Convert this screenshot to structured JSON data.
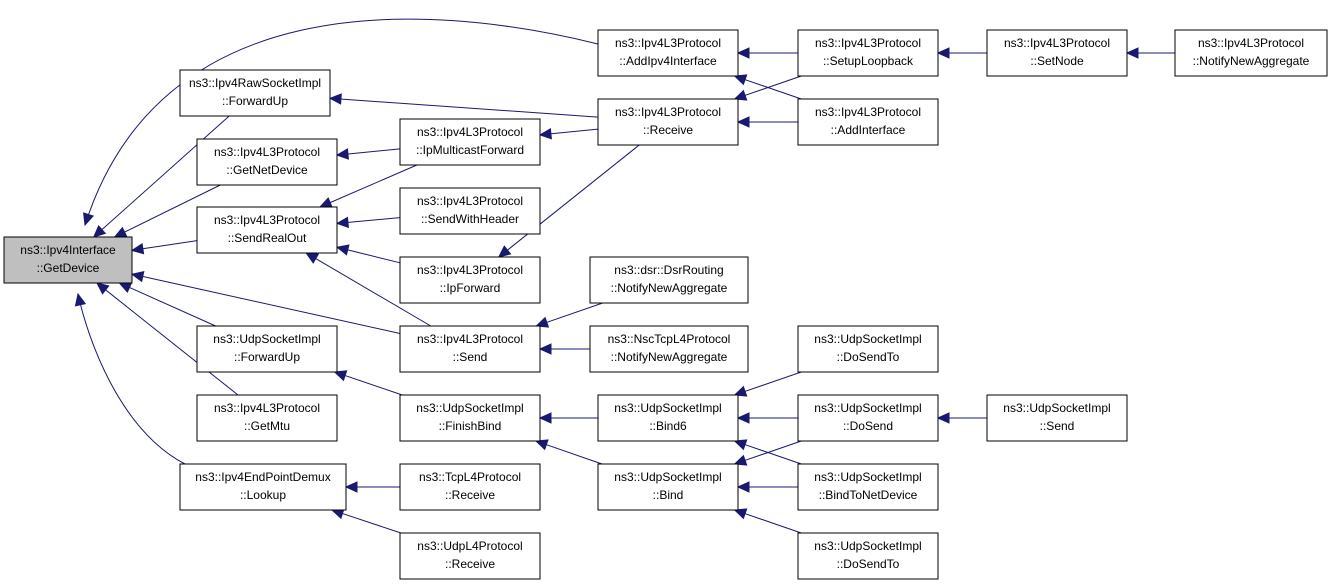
{
  "nodes": [
    {
      "id": "getdevice",
      "lines": [
        "ns3::Ipv4Interface",
        "::GetDevice"
      ],
      "highlight": true
    },
    {
      "id": "addipv4iface",
      "lines": [
        "ns3::Ipv4L3Protocol",
        "::AddIpv4Interface"
      ]
    },
    {
      "id": "setuploopback",
      "lines": [
        "ns3::Ipv4L3Protocol",
        "::SetupLoopback"
      ]
    },
    {
      "id": "setnode",
      "lines": [
        "ns3::Ipv4L3Protocol",
        "::SetNode"
      ]
    },
    {
      "id": "notifynewagg_l3",
      "lines": [
        "ns3::Ipv4L3Protocol",
        "::NotifyNewAggregate"
      ]
    },
    {
      "id": "rawforwardup",
      "lines": [
        "ns3::Ipv4RawSocketImpl",
        "::ForwardUp"
      ]
    },
    {
      "id": "receive_l3",
      "lines": [
        "ns3::Ipv4L3Protocol",
        "::Receive"
      ]
    },
    {
      "id": "addinterface",
      "lines": [
        "ns3::Ipv4L3Protocol",
        "::AddInterface"
      ]
    },
    {
      "id": "getnetdevice",
      "lines": [
        "ns3::Ipv4L3Protocol",
        "::GetNetDevice"
      ]
    },
    {
      "id": "ipmulticastforward",
      "lines": [
        "ns3::Ipv4L3Protocol",
        "::IpMulticastForward"
      ]
    },
    {
      "id": "sendrealout",
      "lines": [
        "ns3::Ipv4L3Protocol",
        "::SendRealOut"
      ]
    },
    {
      "id": "sendwithheader",
      "lines": [
        "ns3::Ipv4L3Protocol",
        "::SendWithHeader"
      ]
    },
    {
      "id": "ipforward",
      "lines": [
        "ns3::Ipv4L3Protocol",
        "::IpForward"
      ]
    },
    {
      "id": "dsrnotify",
      "lines": [
        "ns3::dsr::DsrRouting",
        "::NotifyNewAggregate"
      ]
    },
    {
      "id": "send_l3",
      "lines": [
        "ns3::Ipv4L3Protocol",
        "::Send"
      ]
    },
    {
      "id": "nscnotify",
      "lines": [
        "ns3::NscTcpL4Protocol",
        "::NotifyNewAggregate"
      ]
    },
    {
      "id": "udpforwardup",
      "lines": [
        "ns3::UdpSocketImpl",
        "::ForwardUp"
      ]
    },
    {
      "id": "dosendto_top",
      "lines": [
        "ns3::UdpSocketImpl",
        "::DoSendTo"
      ]
    },
    {
      "id": "getmtu",
      "lines": [
        "ns3::Ipv4L3Protocol",
        "::GetMtu"
      ]
    },
    {
      "id": "finishbind",
      "lines": [
        "ns3::UdpSocketImpl",
        "::FinishBind"
      ]
    },
    {
      "id": "bind6",
      "lines": [
        "ns3::UdpSocketImpl",
        "::Bind6"
      ]
    },
    {
      "id": "dosend",
      "lines": [
        "ns3::UdpSocketImpl",
        "::DoSend"
      ]
    },
    {
      "id": "udpsend",
      "lines": [
        "ns3::UdpSocketImpl",
        "::Send"
      ]
    },
    {
      "id": "lookup",
      "lines": [
        "ns3::Ipv4EndPointDemux",
        "::Lookup"
      ]
    },
    {
      "id": "tcpreceive",
      "lines": [
        "ns3::TcpL4Protocol",
        "::Receive"
      ]
    },
    {
      "id": "bind",
      "lines": [
        "ns3::UdpSocketImpl",
        "::Bind"
      ]
    },
    {
      "id": "bindtonetdevice",
      "lines": [
        "ns3::UdpSocketImpl",
        "::BindToNetDevice"
      ]
    },
    {
      "id": "udpl4receive",
      "lines": [
        "ns3::UdpL4Protocol",
        "::Receive"
      ]
    },
    {
      "id": "dosendto_bottom",
      "lines": [
        "ns3::UdpSocketImpl",
        "::DoSendTo"
      ]
    }
  ],
  "edges": [
    {
      "from": "addipv4iface",
      "to": "getdevice"
    },
    {
      "from": "rawforwardup",
      "to": "getdevice"
    },
    {
      "from": "getnetdevice",
      "to": "getdevice"
    },
    {
      "from": "sendrealout",
      "to": "getdevice"
    },
    {
      "from": "send_l3",
      "to": "getdevice"
    },
    {
      "from": "udpforwardup",
      "to": "getdevice"
    },
    {
      "from": "getmtu",
      "to": "getdevice"
    },
    {
      "from": "lookup",
      "to": "getdevice"
    },
    {
      "from": "setuploopback",
      "to": "addipv4iface"
    },
    {
      "from": "addinterface",
      "to": "addipv4iface"
    },
    {
      "from": "setnode",
      "to": "setuploopback"
    },
    {
      "from": "notifynewagg_l3",
      "to": "setnode"
    },
    {
      "from": "receive_l3",
      "to": "rawforwardup"
    },
    {
      "from": "addinterface",
      "to": "receive_l3"
    },
    {
      "from": "setuploopback",
      "to": "receive_l3"
    },
    {
      "from": "ipmulticastforward",
      "to": "getnetdevice"
    },
    {
      "from": "receive_l3",
      "to": "ipmulticastforward"
    },
    {
      "from": "ipmulticastforward",
      "to": "sendrealout"
    },
    {
      "from": "sendwithheader",
      "to": "sendrealout"
    },
    {
      "from": "ipforward",
      "to": "sendrealout"
    },
    {
      "from": "send_l3",
      "to": "sendrealout"
    },
    {
      "from": "receive_l3",
      "to": "ipforward"
    },
    {
      "from": "dsrnotify",
      "to": "send_l3"
    },
    {
      "from": "nscnotify",
      "to": "send_l3"
    },
    {
      "from": "finishbind",
      "to": "udpforwardup"
    },
    {
      "from": "bind6",
      "to": "finishbind"
    },
    {
      "from": "bind",
      "to": "finishbind"
    },
    {
      "from": "dosendto_top",
      "to": "bind6"
    },
    {
      "from": "dosend",
      "to": "bind6"
    },
    {
      "from": "bindtonetdevice",
      "to": "bind6"
    },
    {
      "from": "udpsend",
      "to": "dosend"
    },
    {
      "from": "dosend",
      "to": "bind"
    },
    {
      "from": "bindtonetdevice",
      "to": "bind"
    },
    {
      "from": "dosendto_bottom",
      "to": "bind"
    },
    {
      "from": "tcpreceive",
      "to": "lookup"
    },
    {
      "from": "udpl4receive",
      "to": "lookup"
    }
  ],
  "colors": {
    "edge": "#191970",
    "highlight_fill": "#bfbfbf",
    "node_fill": "#ffffff",
    "node_stroke": "#000000"
  }
}
